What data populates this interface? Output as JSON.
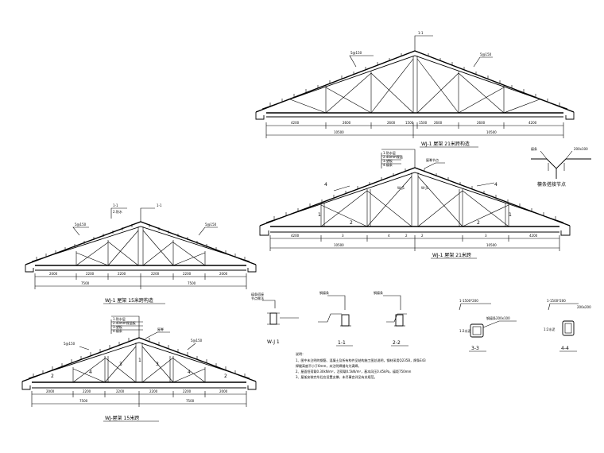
{
  "drawings": {
    "truss_a": {
      "caption": "WJ-1 屋架 21米跨构造",
      "spans": [
        "4200",
        "2600",
        "2600",
        "1500",
        "1500",
        "2600",
        "2600",
        "4200"
      ],
      "totals": [
        "10500",
        "10500"
      ]
    },
    "truss_b": {
      "caption": "WJ-1 屋架 21米跨",
      "spans": [
        "4200",
        "3",
        "4",
        "2",
        "2",
        "3",
        "4200"
      ],
      "totals": [
        "10500",
        "10500"
      ],
      "marks": [
        "4",
        "2",
        "4",
        "2",
        "1",
        "1"
      ]
    },
    "truss_c": {
      "caption": "WJ-1 屋架 15米跨构造",
      "spans": [
        "2000",
        "2200",
        "2200",
        "2200",
        "2200",
        "2000"
      ],
      "totals": [
        "7500",
        "7500"
      ]
    },
    "truss_d": {
      "caption": "WJ-屋架 15米跨",
      "spans": [
        "2000",
        "2200",
        "2200",
        "2200",
        "2200",
        "2000"
      ],
      "totals": [
        "7500",
        "7500"
      ],
      "marks": [
        "2",
        "4",
        "3",
        "1",
        "3",
        "4",
        "2"
      ]
    },
    "sections": [
      {
        "label": "W-J 1"
      },
      {
        "label": "1-1"
      },
      {
        "label": "2-2"
      },
      {
        "label": "3-3"
      },
      {
        "label": "4-4"
      }
    ],
    "support_detail": {
      "caption": "檩条搭接节点"
    },
    "notes": {
      "heading": "说明：",
      "lines": [
        "1、图中未注明的钢筋、混凝土及所有构件见结构施工图总说明，钢材采用Q235B，焊条E43",
        "   焊缝高度不小于6mm，未注明焊缝均为满焊。",
        "2、屋面恒荷载0.30kN/m²，活荷载0.5kN/m²，基本风压0.45kPa，檩距750mm",
        "3、屋架安装完毕后应设置支撑，未尽事宜详见有关规范。"
      ]
    }
  }
}
